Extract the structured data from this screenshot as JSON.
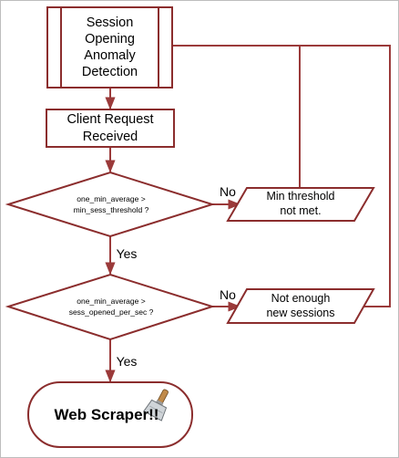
{
  "diagram": {
    "start": {
      "lines": [
        "Session",
        "Opening",
        "Anomaly",
        "Detection"
      ]
    },
    "request": {
      "lines": [
        "Client Request",
        "Received"
      ]
    },
    "decision1": {
      "lines": [
        "one_min_average >",
        "min_sess_threshold ?"
      ]
    },
    "decision2": {
      "lines": [
        "one_min_average >",
        "sess_opened_per_sec ?"
      ]
    },
    "output1": {
      "lines": [
        "Min threshold",
        "not met."
      ]
    },
    "output2": {
      "lines": [
        "Not enough",
        "new sessions"
      ]
    },
    "labels": {
      "no1": "No",
      "yes1": "Yes",
      "no2": "No",
      "yes2": "Yes"
    },
    "terminal": {
      "label": "Web Scraper!!"
    },
    "icons": {
      "terminal": "scraper-tool-icon"
    },
    "colors": {
      "shape_stroke": "#8b2d2d",
      "line": "#9b3a3a"
    }
  }
}
